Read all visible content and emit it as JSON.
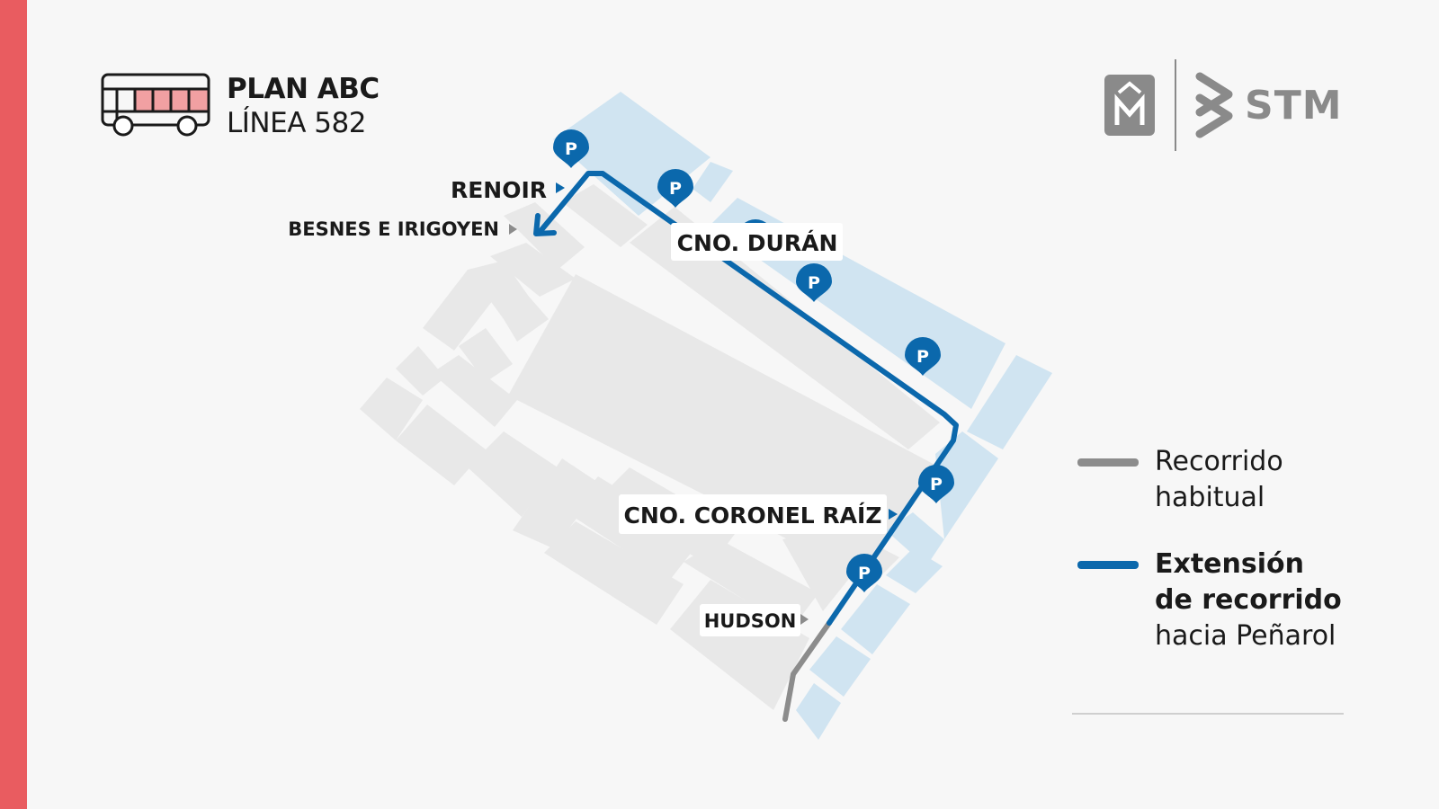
{
  "header": {
    "plan_label": "PLAN ABC",
    "line_label": "LÍNEA 582",
    "bus_icon": "bus-icon"
  },
  "logos": {
    "municipal_logo": "montevideo-m-logo",
    "stm_logo": "stm-logo",
    "stm_text": "STM"
  },
  "map": {
    "streets": {
      "renoir": "RENOIR",
      "besnes_e_irigoyen": "BESNES E IRIGOYEN",
      "cno_duran": "CNO. DURÁN",
      "cno_coronel_raiz": "CNO. CORONEL RAÍZ",
      "hudson": "HUDSON"
    },
    "stop_marker_label": "P",
    "stop_count": 7
  },
  "legend": {
    "habitual": {
      "line1": "Recorrido",
      "line2": "habitual"
    },
    "extension": {
      "line1": "Extensión",
      "line2": "de recorrido",
      "line3": "hacia Peñarol"
    }
  },
  "colors": {
    "accent": "#e95c60",
    "route_extension": "#0b68ac",
    "route_habitual": "#8c8c8c",
    "blocks": "#e8e8e8",
    "highlight_blocks": "#d0e4f1",
    "logo_gray": "#8a8a8a"
  }
}
